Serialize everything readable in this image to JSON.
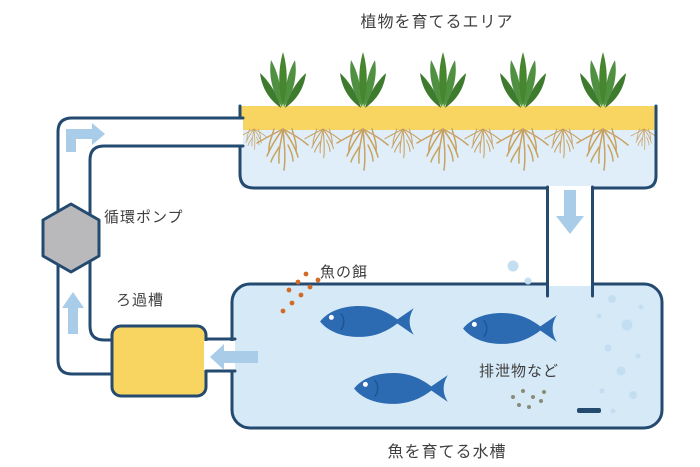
{
  "labels": {
    "plant_area": "植物を育てるエリア",
    "pump": "循環ポンプ",
    "filter": "ろ過槽",
    "fish_food": "魚の餌",
    "waste": "排泄物など",
    "fish_tank": "魚を育てる水槽"
  },
  "figures": {
    "plant_count": 5,
    "fish_count": 3,
    "flow_arrow_count": 4
  },
  "colors": {
    "outline_navy": "#254a70",
    "tank_water": "#d6e9f7",
    "bed_water": "#e0eefa",
    "grow_medium_yellow": "#f8d561",
    "plant_green": "#4f9140",
    "root_tan": "#c9a261",
    "fish_blue": "#2c6bb2",
    "pump_gray": "#b9b9bc",
    "arrow_blue": "#a9cde9",
    "feed_orange": "#d06b28",
    "waste_gray": "#8b8b79",
    "bubble_blue": "#c3def1",
    "text_gray": "#3f3f3f"
  }
}
